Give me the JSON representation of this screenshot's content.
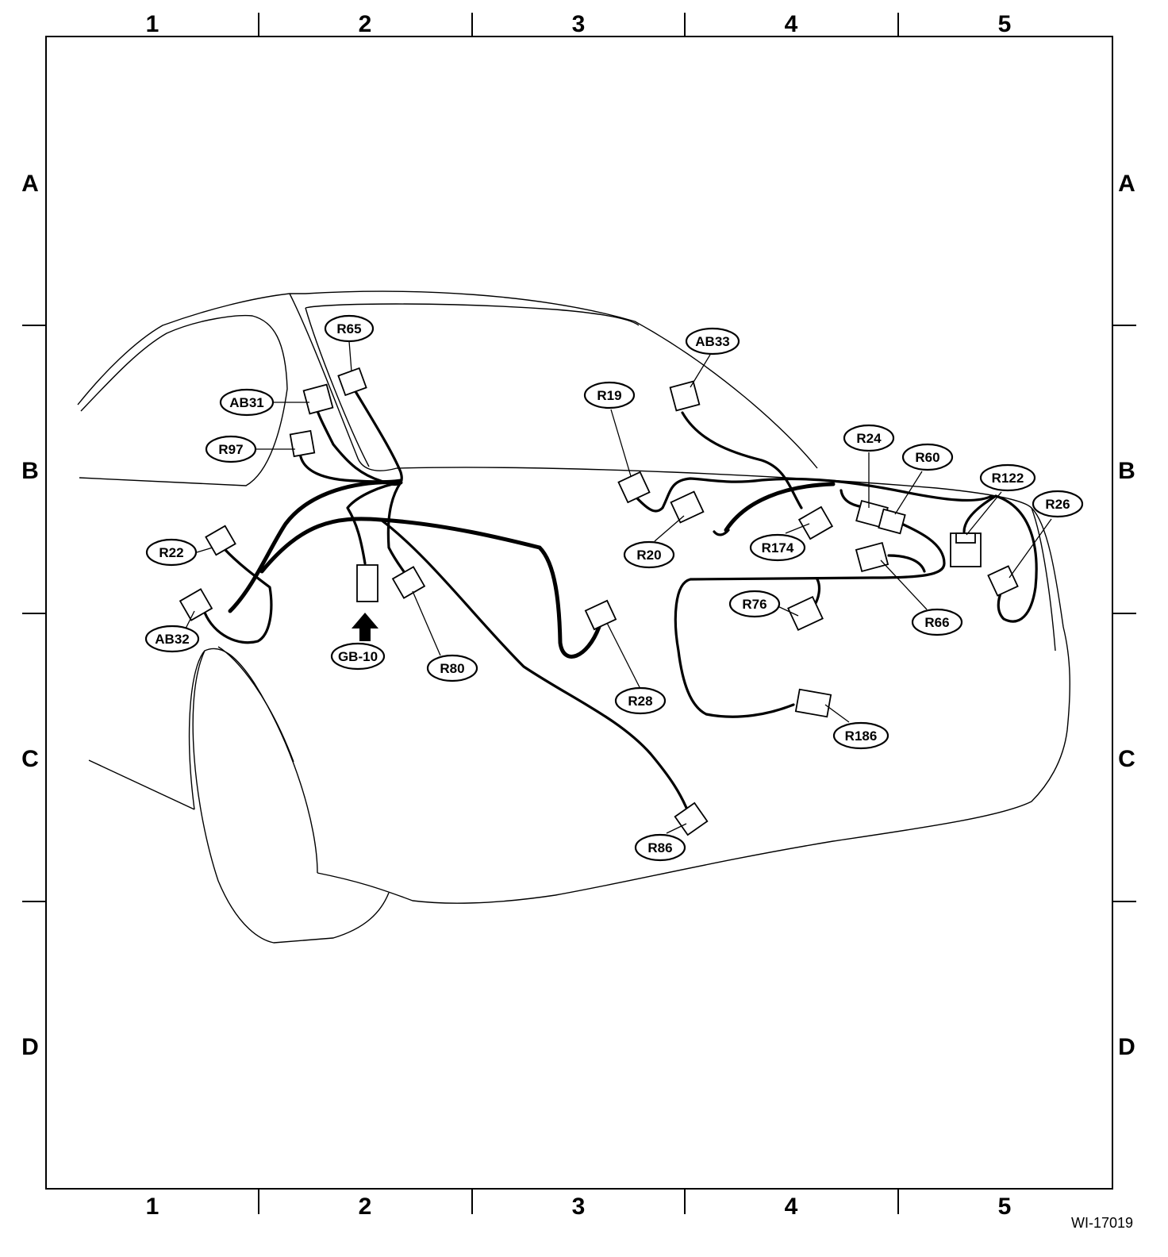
{
  "figure_id": "WI-17019",
  "grid": {
    "columns": [
      "1",
      "2",
      "3",
      "4",
      "5"
    ],
    "rows": [
      "A",
      "B",
      "C",
      "D"
    ]
  },
  "connectors": [
    {
      "id": "r65",
      "label": "R65"
    },
    {
      "id": "ab31",
      "label": "AB31"
    },
    {
      "id": "r97",
      "label": "R97"
    },
    {
      "id": "r22",
      "label": "R22"
    },
    {
      "id": "ab32",
      "label": "AB32"
    },
    {
      "id": "gb10",
      "label": "GB-10"
    },
    {
      "id": "r80",
      "label": "R80"
    },
    {
      "id": "r28",
      "label": "R28"
    },
    {
      "id": "r86",
      "label": "R86"
    },
    {
      "id": "r19",
      "label": "R19"
    },
    {
      "id": "r20",
      "label": "R20"
    },
    {
      "id": "ab33",
      "label": "AB33"
    },
    {
      "id": "r174",
      "label": "R174"
    },
    {
      "id": "r24",
      "label": "R24"
    },
    {
      "id": "r60",
      "label": "R60"
    },
    {
      "id": "r122",
      "label": "R122"
    },
    {
      "id": "r26",
      "label": "R26"
    },
    {
      "id": "r76",
      "label": "R76"
    },
    {
      "id": "r66",
      "label": "R66"
    },
    {
      "id": "r186",
      "label": "R186"
    }
  ]
}
